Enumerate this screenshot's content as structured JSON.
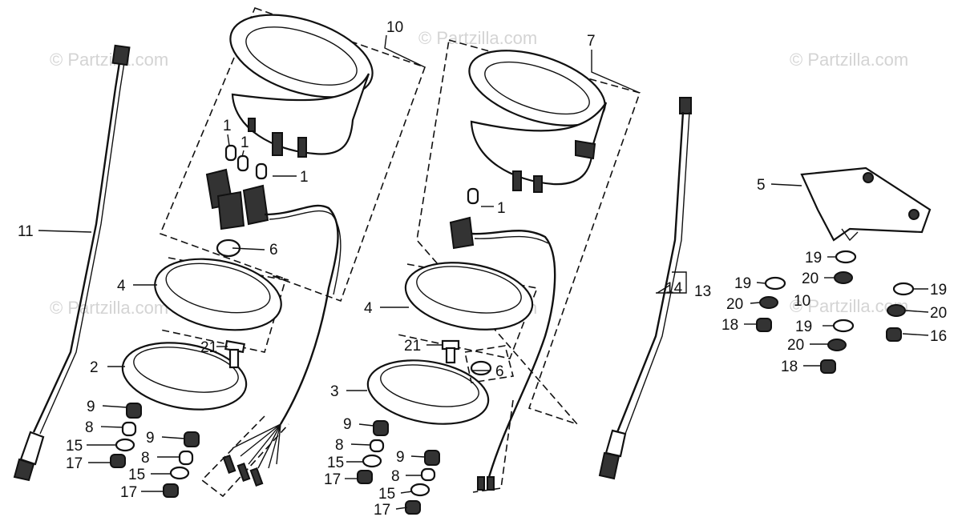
{
  "watermark": {
    "text": "© Partzilla.com"
  },
  "callouts": [
    {
      "id": "c10",
      "text": "10"
    },
    {
      "id": "c7",
      "text": "7"
    },
    {
      "id": "c11",
      "text": "11"
    },
    {
      "id": "c1a",
      "text": "1"
    },
    {
      "id": "c1b",
      "text": "1"
    },
    {
      "id": "c1c",
      "text": "1"
    },
    {
      "id": "c1d",
      "text": "1"
    },
    {
      "id": "c6a",
      "text": "6"
    },
    {
      "id": "c4a",
      "text": "4"
    },
    {
      "id": "c21a",
      "text": "21"
    },
    {
      "id": "c2",
      "text": "2"
    },
    {
      "id": "c9a",
      "text": "9"
    },
    {
      "id": "c8a",
      "text": "8"
    },
    {
      "id": "c15a",
      "text": "15"
    },
    {
      "id": "c17a",
      "text": "17"
    },
    {
      "id": "c9b",
      "text": "9"
    },
    {
      "id": "c8b",
      "text": "8"
    },
    {
      "id": "c15b",
      "text": "15"
    },
    {
      "id": "c17b",
      "text": "17"
    },
    {
      "id": "c4b",
      "text": "4"
    },
    {
      "id": "c21b",
      "text": "21"
    },
    {
      "id": "c6b",
      "text": "6"
    },
    {
      "id": "c3",
      "text": "3"
    },
    {
      "id": "c9c",
      "text": "9"
    },
    {
      "id": "c8c",
      "text": "8"
    },
    {
      "id": "c15c",
      "text": "15"
    },
    {
      "id": "c17c",
      "text": "17"
    },
    {
      "id": "c9d",
      "text": "9"
    },
    {
      "id": "c8d",
      "text": "8"
    },
    {
      "id": "c15d",
      "text": "15"
    },
    {
      "id": "c17d",
      "text": "17"
    },
    {
      "id": "c5",
      "text": "5"
    },
    {
      "id": "c14",
      "text": "14"
    },
    {
      "id": "c13",
      "text": "13"
    },
    {
      "id": "c19a",
      "text": "19"
    },
    {
      "id": "c20a",
      "text": "20"
    },
    {
      "id": "c19b",
      "text": "19"
    },
    {
      "id": "c10b",
      "text": "10"
    },
    {
      "id": "c20b",
      "text": "20"
    },
    {
      "id": "c18a",
      "text": "18"
    },
    {
      "id": "c19c",
      "text": "19"
    },
    {
      "id": "c20c",
      "text": "20"
    },
    {
      "id": "c18b",
      "text": "18"
    },
    {
      "id": "c19d",
      "text": "19"
    },
    {
      "id": "c20d",
      "text": "20"
    },
    {
      "id": "c16",
      "text": "16"
    }
  ]
}
